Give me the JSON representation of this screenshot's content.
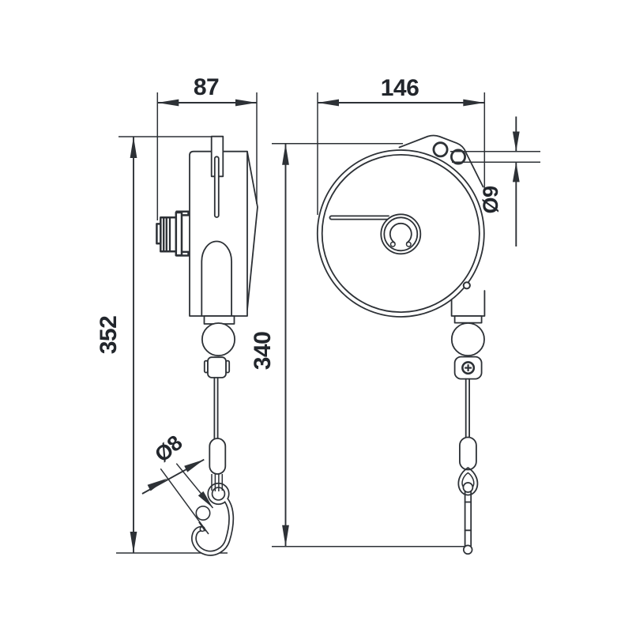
{
  "drawing": {
    "kind": "tool-balancer technical dimension drawing",
    "views": {
      "side_view": {
        "width_label": "87",
        "height_label": "352",
        "cable_diameter_label": "Ø8"
      },
      "front_view": {
        "width_label": "146",
        "height_label": "340",
        "hole_diameter_label": "Ø9"
      }
    },
    "colors": {
      "line": "#2d3136",
      "text": "#22262c",
      "background": "#ffffff"
    }
  }
}
